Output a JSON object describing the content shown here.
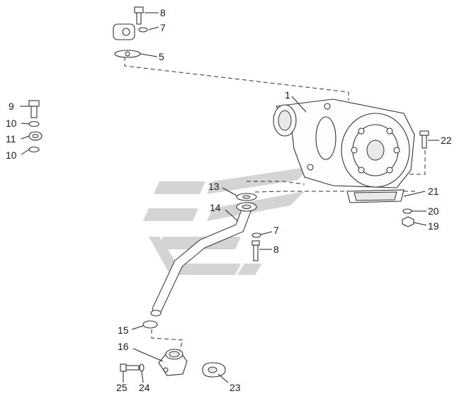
{
  "callouts": [
    {
      "id": "c8a",
      "text": "8"
    },
    {
      "id": "c7a",
      "text": "7"
    },
    {
      "id": "c5",
      "text": "5"
    },
    {
      "id": "c1",
      "text": "1"
    },
    {
      "id": "c9",
      "text": "9"
    },
    {
      "id": "c10a",
      "text": "10"
    },
    {
      "id": "c11",
      "text": "11"
    },
    {
      "id": "c10b",
      "text": "10"
    },
    {
      "id": "c22",
      "text": "22"
    },
    {
      "id": "c13",
      "text": "13"
    },
    {
      "id": "c14",
      "text": "14"
    },
    {
      "id": "c21",
      "text": "21"
    },
    {
      "id": "c20",
      "text": "20"
    },
    {
      "id": "c19",
      "text": "19"
    },
    {
      "id": "c7b",
      "text": "7"
    },
    {
      "id": "c8b",
      "text": "8"
    },
    {
      "id": "c15",
      "text": "15"
    },
    {
      "id": "c16",
      "text": "16"
    },
    {
      "id": "c25",
      "text": "25"
    },
    {
      "id": "c24",
      "text": "24"
    },
    {
      "id": "c23",
      "text": "23"
    }
  ],
  "colors": {
    "line": "#222222",
    "watermark": "#d4d4d4",
    "background": "#ffffff"
  }
}
